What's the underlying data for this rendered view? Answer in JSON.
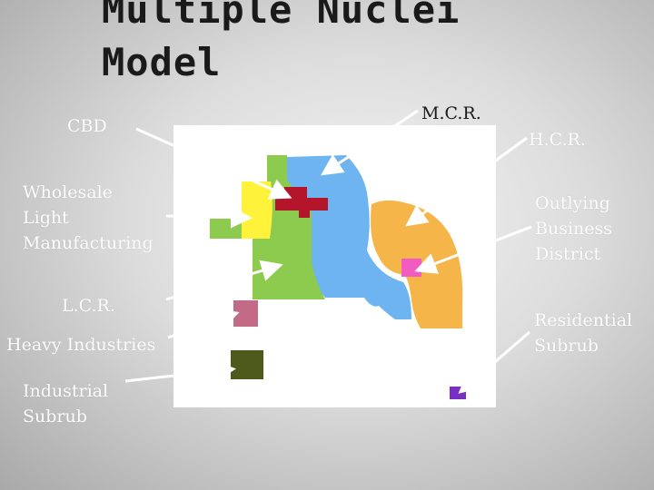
{
  "title_line1": "Multiple Nuclei",
  "title_line2": "Model",
  "labels": {
    "cbd": "CBD",
    "wholesale_1": "Wholesale",
    "wholesale_2": "Light",
    "wholesale_3": "Manufacturing",
    "lcr": "L.C.R.",
    "heavy": "Heavy Industries",
    "industrial_1": "Industrial",
    "industrial_2": "Subrub",
    "mcr": "M.C.R.",
    "hcr": "H.C.R.",
    "outlying_1": "Outlying",
    "outlying_2": "Business",
    "outlying_3": "District",
    "residential_1": "Residential",
    "residential_2": "Subrub"
  },
  "colors": {
    "cbd": "#b5152a",
    "wholesale": "#fff23a",
    "lcr": "#8ccb4e",
    "mcr": "#6db4f0",
    "hcr": "#f5b548",
    "outlying_business": "#f25bbf",
    "heavy_industries": "#c36a86",
    "industrial_suburb": "#4e5a1c",
    "residential_suburb": "#7a2fc4",
    "arrow": "#ffffff"
  }
}
